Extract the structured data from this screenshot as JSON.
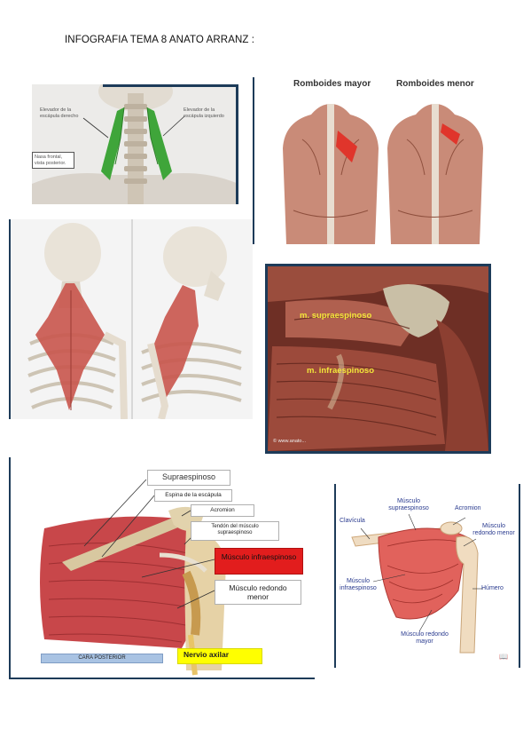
{
  "document": {
    "title": "INFOGRAFIA TEMA 8 ANATO ARRANZ :"
  },
  "panel_levator": {
    "label_left": "Elevador de la escápula derecho",
    "label_right": "Elevador de la escápula izquierdo",
    "box_text": "Nasa frontal, vista posterior."
  },
  "panel_rhomboid": {
    "label_major": "Romboides mayor",
    "label_minor": "Romboides menor"
  },
  "panel_supra": {
    "label_supra": "m. supraespinoso",
    "label_infra": "m. infraespinoso",
    "watermark": "© www.anato..."
  },
  "panel_rotator": {
    "supraespinoso": "Supraespinoso",
    "espina": "Espina de la escápula",
    "acromion": "Acromion",
    "tendon": "Tendón del músculo supraespinoso",
    "infraespinoso": "Músculo infraespinoso",
    "redondo": "Músculo redondo menor",
    "nervio": "Nervio axilar",
    "cara": "CARA POSTERIOR"
  },
  "panel_diagram": {
    "clavicula": "Clavícula",
    "supra": "Músculo supraespinoso",
    "acromion": "Acromion",
    "redondo_menor": "Músculo redondo menor",
    "infra": "Músculo infraespinoso",
    "humero": "Húmero",
    "redondo_mayor": "Músculo redondo mayor"
  },
  "colors": {
    "muscle_red": "#c8474a",
    "muscle_green": "#3fa53a",
    "highlight_red": "#e21d1d",
    "highlight_yellow": "#ffff00",
    "frame_navy": "#1d3b59"
  }
}
